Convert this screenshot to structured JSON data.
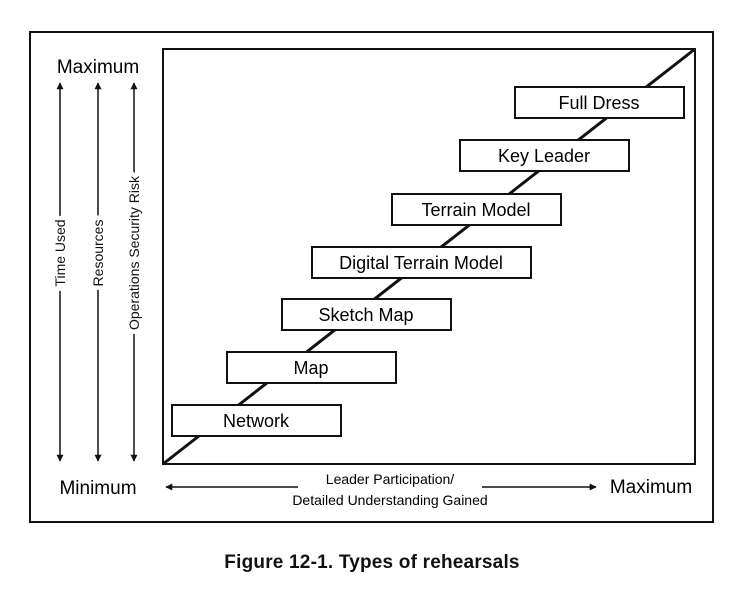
{
  "figure": {
    "caption": "Figure 12-1. Types of rehearsals",
    "y_axis": {
      "max_label": "Maximum",
      "min_label": "Minimum",
      "arrows": [
        "Time Used",
        "Resources",
        "Operations Security Risk"
      ]
    },
    "x_axis": {
      "label_line1": "Leader Participation/",
      "label_line2": "Detailed Understanding Gained",
      "max_label": "Maximum"
    },
    "rehearsal_types": [
      "Network",
      "Map",
      "Sketch Map",
      "Digital Terrain Model",
      "Terrain Model",
      "Key Leader",
      "Full Dress"
    ]
  }
}
